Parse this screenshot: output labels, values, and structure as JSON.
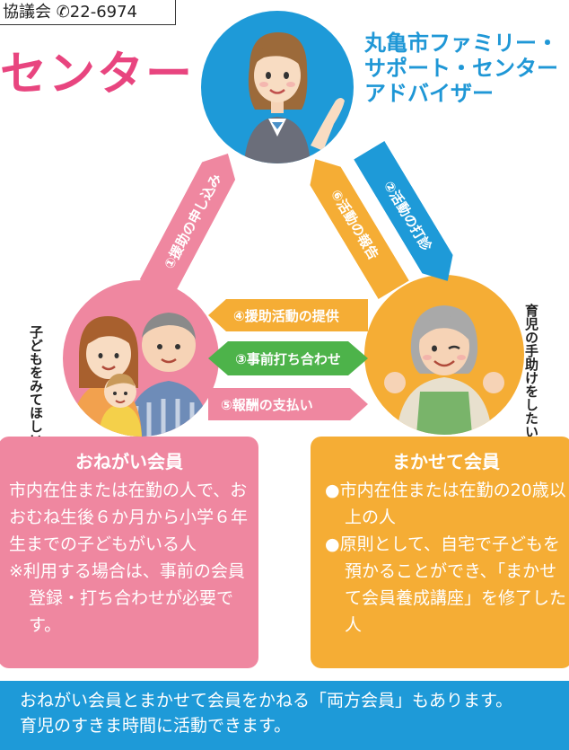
{
  "header": {
    "phone_text": "協議会 ✆22-6974",
    "title_fragment": "センター"
  },
  "advisor": {
    "title": "丸亀市ファミリー・サポート・センターアドバイザー"
  },
  "side_labels": {
    "requester": "子どもをみてほしい",
    "supporter": "育児の手助けをしたい"
  },
  "flow": {
    "step1": "①援助の申し込み",
    "step2": "②活動の打診",
    "step3": "③事前打ち合わせ",
    "step4": "④援助活動の提供",
    "step5": "⑤報酬の支払い",
    "step6": "⑥活動の報告"
  },
  "request_member": {
    "heading": "おねがい会員",
    "body": "市内在住または在勤の人で、おおむね生後６か月から小学６年生までの子どもがいる人",
    "note": "※利用する場合は、事前の会員登録・打ち合わせが必要です。"
  },
  "support_member": {
    "heading": "まかせて会員",
    "bullet1": "●市内在住または在勤の20歳以上の人",
    "bullet2": "●原則として、自宅で子どもを預かることができ、「まかせて会員養成講座」を修了した人"
  },
  "footer": {
    "line1": "おねがい会員とまかせて会員をかねる「両方会員」もあります。",
    "line2": "育児のすきま時間に活動できます。"
  },
  "colors": {
    "pink": "#ef87a0",
    "blue": "#1e9ad8",
    "orange": "#f5ad35",
    "green": "#4db34a",
    "title_pink": "#e8457f"
  }
}
